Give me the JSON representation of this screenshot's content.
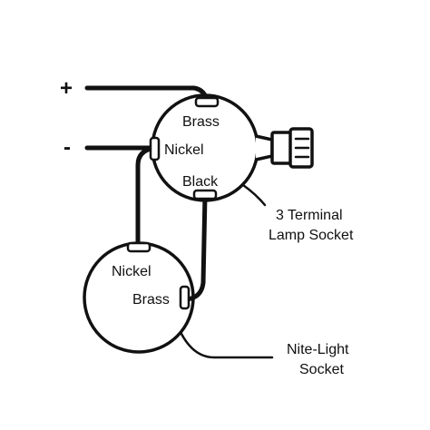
{
  "polarity": {
    "positive": "+",
    "negative": "-"
  },
  "lamp_socket": {
    "terminals": {
      "top": "Brass",
      "left": "Nickel",
      "bottom": "Black"
    },
    "caption_line1": "3 Terminal",
    "caption_line2": "Lamp Socket"
  },
  "nite_light_socket": {
    "terminals": {
      "top": "Nickel",
      "right": "Brass"
    },
    "caption_line1": "Nite-Light",
    "caption_line2": "Socket"
  }
}
